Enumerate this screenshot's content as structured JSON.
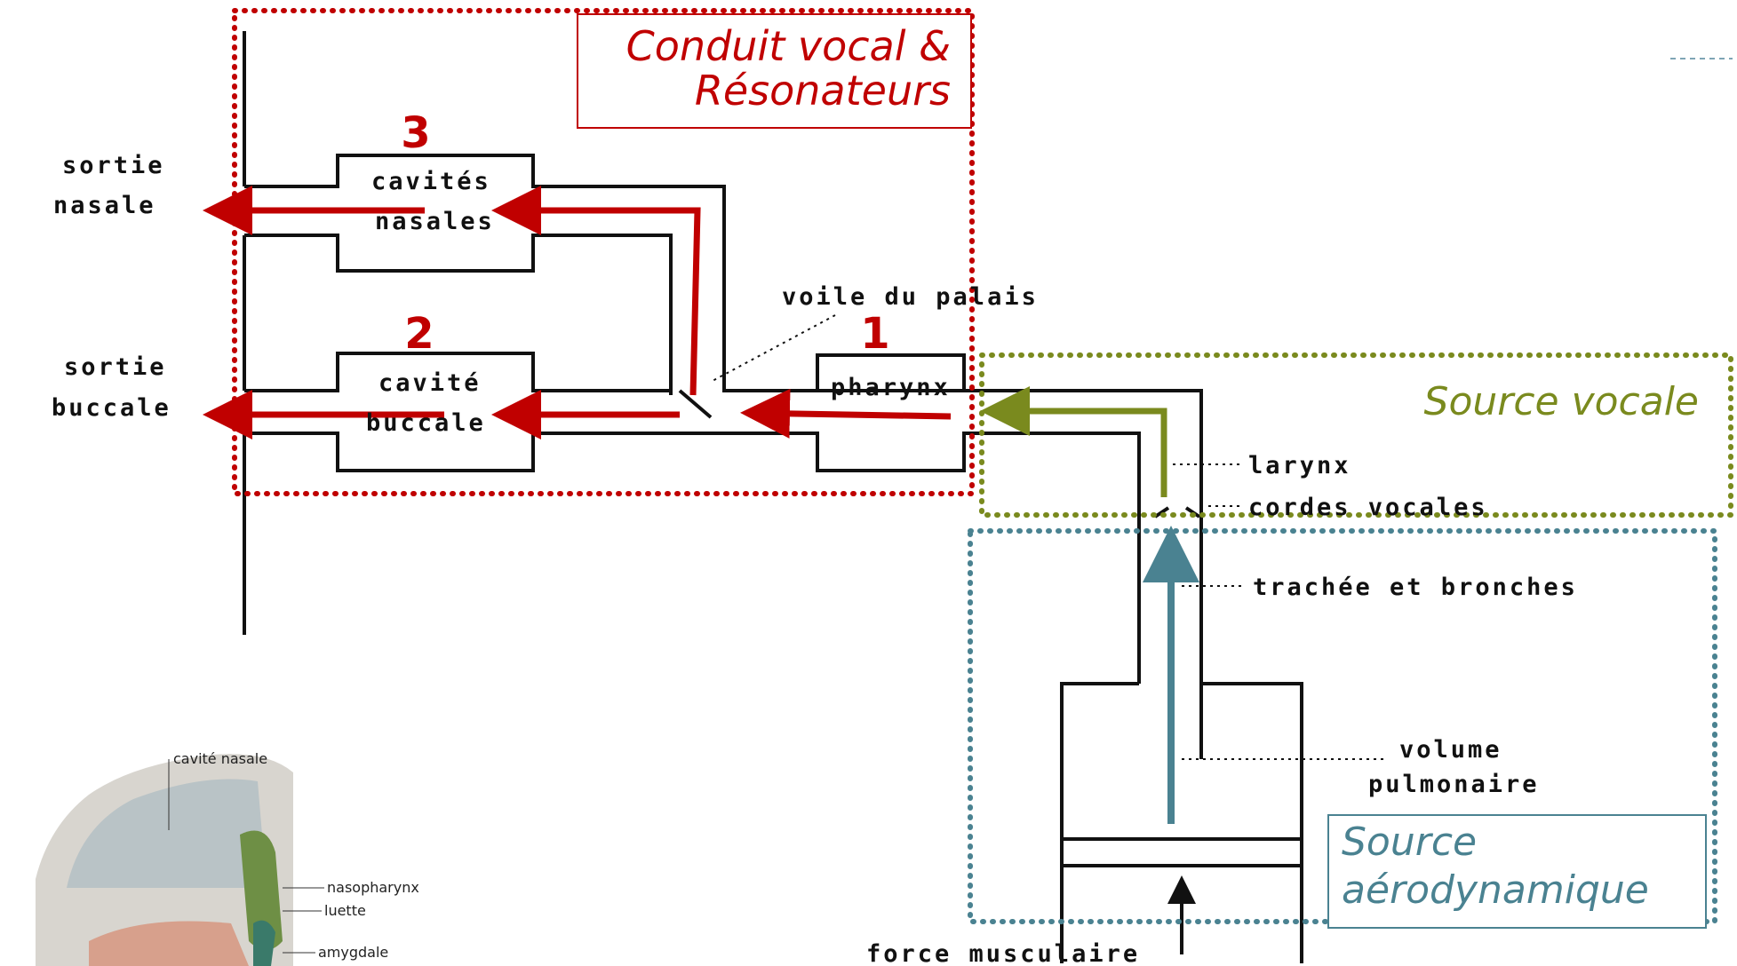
{
  "colors": {
    "red": "#c00000",
    "olive": "#7a8a1e",
    "teal": "#4a8291",
    "ink": "#111111"
  },
  "boxes": {
    "conduit_line1": "Conduit vocal &",
    "conduit_line2": "Résonateurs",
    "source_vocale": "Source vocale",
    "aero_line1": "Source",
    "aero_line2": "aérodynamique"
  },
  "numbers": {
    "n1": "1",
    "n2": "2",
    "n3": "3"
  },
  "labels": {
    "sortie_nasale_1": "sortie",
    "sortie_nasale_2": "nasale",
    "sortie_buccale_1": "sortie",
    "sortie_buccale_2": "buccale",
    "cavites_1": "cavités",
    "cavites_2": "nasales",
    "cavite_1": "cavité",
    "cavite_2": "buccale",
    "voile": "voile du palais",
    "pharynx": "pharynx",
    "larynx": "larynx",
    "cordes": "cordes vocales",
    "trachee": "trachée et bronches",
    "volume_1": "volume",
    "volume_2": "pulmonaire",
    "force": "force musculaire"
  },
  "anatomy": {
    "cavite_nasale": "cavité nasale",
    "nasopharynx": "nasopharynx",
    "luette": "luette",
    "amygdale": "amygdale"
  },
  "icons": [
    "arrow-left-icon",
    "arrow-up-icon"
  ]
}
